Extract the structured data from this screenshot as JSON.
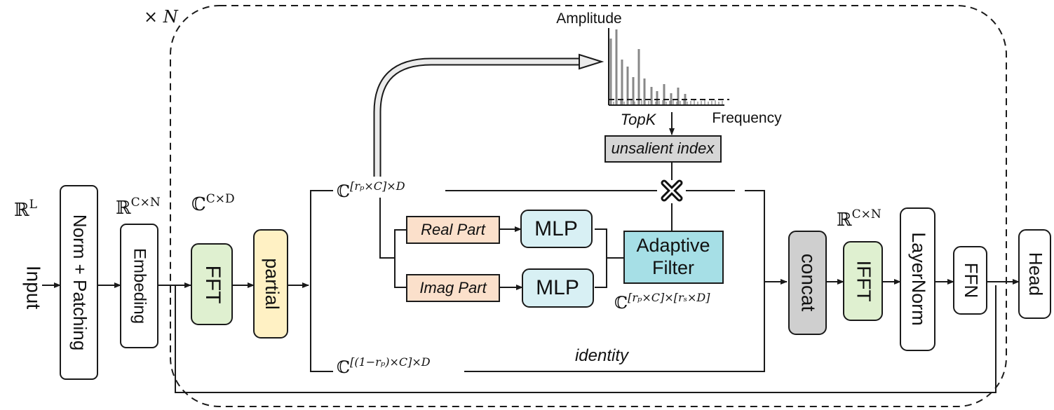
{
  "repeat_label": "× N",
  "input": {
    "label": "Input",
    "dim_main": "ℝ",
    "dim_sup": "L"
  },
  "norm_patching": {
    "label": "Norm + Patching"
  },
  "embedding": {
    "label": "Embeding",
    "dim_main": "ℝ",
    "dim_sup": "C×N"
  },
  "fft": {
    "label": "FFT",
    "dim_main": "ℂ",
    "dim_sup": "C×D"
  },
  "partial": {
    "label": "partial"
  },
  "top_branch": {
    "dim_main": "ℂ",
    "dim_sup": "[rₚ×C]×D"
  },
  "real_part": {
    "label": "Real Part"
  },
  "imag_part": {
    "label": "Imag Part"
  },
  "mlp_top": {
    "label": "MLP"
  },
  "mlp_bottom": {
    "label": "MLP"
  },
  "adaptive_filter": {
    "line1": "Adaptive",
    "line2": "Filter",
    "dim_main": "ℂ",
    "dim_sup": "[rₚ×C]×[rₛ×D]"
  },
  "spectrum": {
    "y_label": "Amplitude",
    "x_label": "Frequency",
    "threshold_label": "TopK"
  },
  "unsalient_index": {
    "label": "unsalient index"
  },
  "bottom_branch": {
    "dim_main": "ℂ",
    "dim_sup": "[(1−rₚ)×C]×D",
    "identity_label": "identity"
  },
  "concat": {
    "label": "concat"
  },
  "ifft": {
    "label": "IFFT",
    "dim_main": "ℝ",
    "dim_sup": "C×N"
  },
  "layernorm": {
    "label": "LayerNorm"
  },
  "ffn": {
    "label": "FFN"
  },
  "head": {
    "label": "Head"
  },
  "colors": {
    "fft_fill": "#dff0d0",
    "partial_fill": "#fff1c4",
    "part_fill": "#fbe0cb",
    "mlp_fill": "#d8f0f4",
    "filter_fill": "#a6dfe6",
    "concat_fill": "#cfcfcf",
    "index_fill": "#d6d6d6"
  }
}
